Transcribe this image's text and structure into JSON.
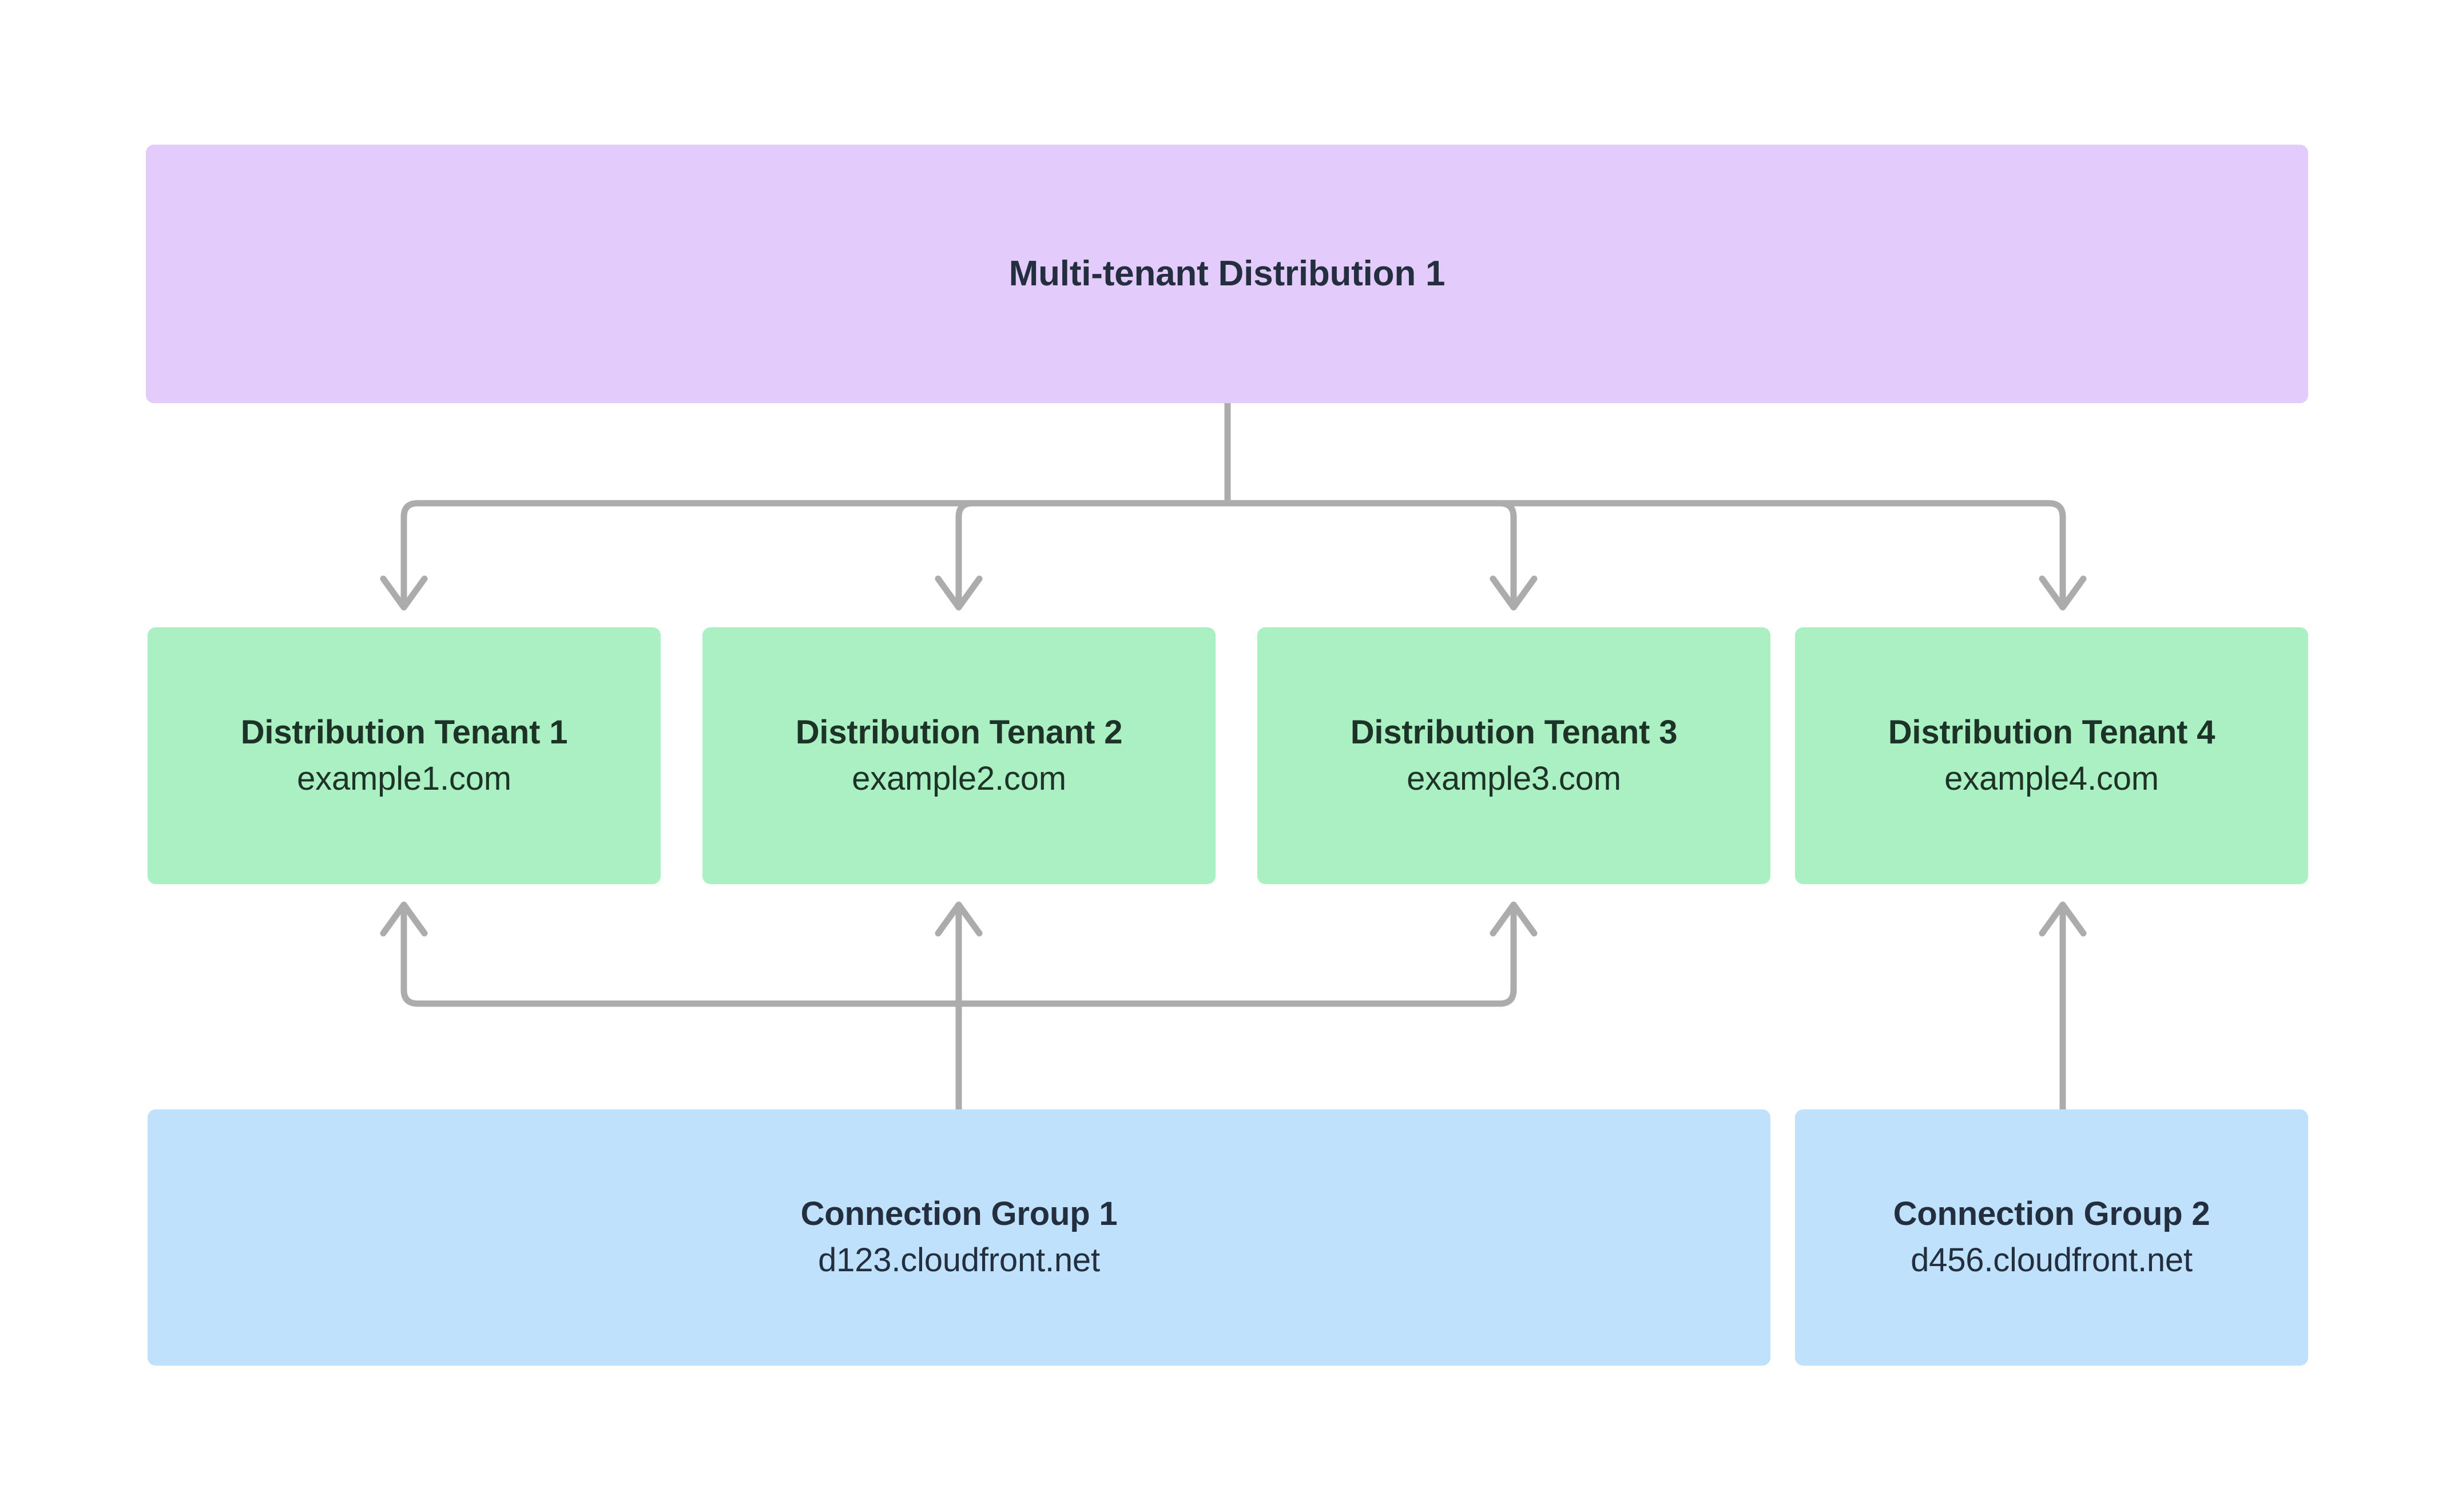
{
  "diagram": {
    "type": "hierarchy-flow",
    "background_color": "#FFFFFF",
    "connector_color": "#ACACAC"
  },
  "distribution": {
    "title": "Multi-tenant Distribution 1",
    "color": "#E3CCFB"
  },
  "tenants_color": "#ABF0C3",
  "tenants": [
    {
      "title": "Distribution Tenant 1",
      "subtitle": "example1.com"
    },
    {
      "title": "Distribution Tenant 2",
      "subtitle": "example2.com"
    },
    {
      "title": "Distribution Tenant 3",
      "subtitle": "example3.com"
    },
    {
      "title": "Distribution Tenant 4",
      "subtitle": "example4.com"
    }
  ],
  "connection_groups_color": "#BFE1FB",
  "connection_groups": [
    {
      "title": "Connection Group 1",
      "subtitle": "d123.cloudfront.net"
    },
    {
      "title": "Connection Group 2",
      "subtitle": "d456.cloudfront.net"
    }
  ]
}
